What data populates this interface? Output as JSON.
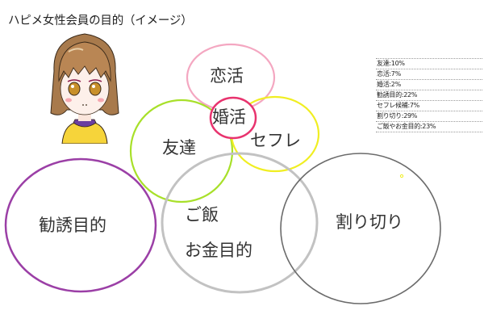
{
  "title": "ハピメ女性会員の目的（イメージ）",
  "circles": [
    {
      "id": "renkatsu",
      "label": "恋活",
      "color": "#f4a7c1"
    },
    {
      "id": "konkatsu",
      "label": "婚活",
      "color": "#e8336e"
    },
    {
      "id": "tomodachi",
      "label": "友達",
      "color": "#a8e02a"
    },
    {
      "id": "sefure",
      "label": "セフレ",
      "color": "#f0ee22"
    },
    {
      "id": "kanyu",
      "label": "勧誘目的",
      "color": "#9b3fa6"
    },
    {
      "id": "gohan",
      "label_line1": "ご飯",
      "label_line2": "お金目的",
      "color": "#c2c2c2"
    },
    {
      "id": "warikiri",
      "label": "割り切り",
      "color": "#6b6b6b"
    }
  ],
  "legend": [
    "友達:10%",
    "恋活:7%",
    "婚活:2%",
    "勧誘目的:22%",
    "セフレ候補:7%",
    "割り切り:29%",
    "ご飯やお金目的:23%"
  ],
  "chart_data": {
    "type": "venn",
    "title": "ハピメ女性会員の目的（イメージ）",
    "categories": [
      "友達",
      "恋活",
      "婚活",
      "勧誘目的",
      "セフレ候補",
      "割り切り",
      "ご飯やお金目的"
    ],
    "values": [
      10,
      7,
      2,
      22,
      7,
      29,
      23
    ],
    "unit": "%",
    "legend_position": "top-right"
  }
}
